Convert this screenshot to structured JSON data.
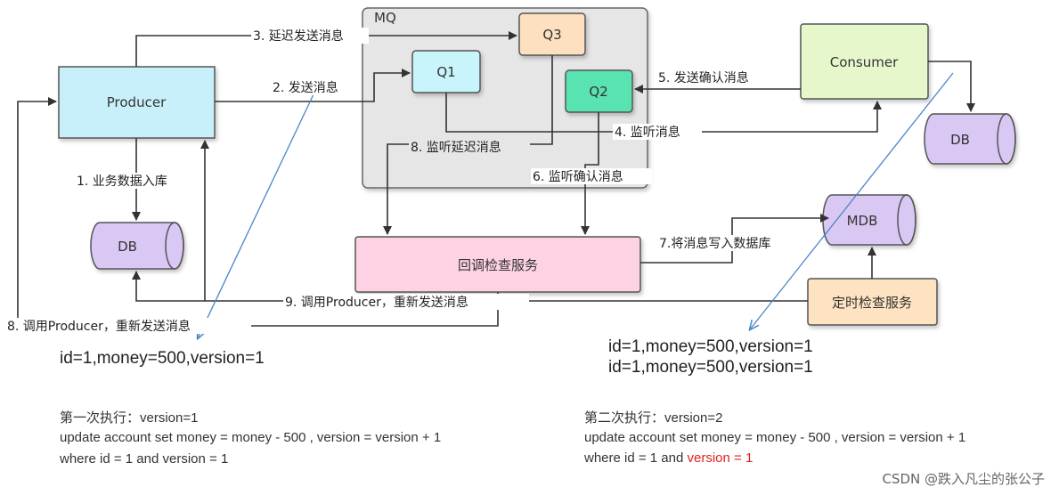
{
  "nodes": {
    "mq": "MQ",
    "producer": "Producer",
    "q1": "Q1",
    "q2": "Q2",
    "q3": "Q3",
    "consumer": "Consumer",
    "db_left": "DB",
    "db_right": "DB",
    "mdb": "MDB",
    "callback": "回调检查服务",
    "timer": "定时检查服务"
  },
  "edges": {
    "e1": "1. 业务数据入库",
    "e2": "2. 发送消息",
    "e3": "3. 延迟发送消息",
    "e4": "4. 监听消息",
    "e5": "5. 发送确认消息",
    "e6": "6. 监听确认消息",
    "e7": "7.将消息写入数据库",
    "e8a": "8. 监听延迟消息",
    "e8b": "8. 调用Producer，重新发送消息",
    "e9": "9. 调用Producer，重新发送消息"
  },
  "notes": {
    "left_record": "id=1,money=500,version=1",
    "right_record_1": "id=1,money=500,version=1",
    "right_record_2": "id=1,money=500,version=1",
    "first_title": "第一次执行：version=1",
    "first_line1": "update account set money = money - 500 , version = version + 1",
    "first_line2": "where id = 1 and version = 1",
    "second_title": "第二次执行：version=2",
    "second_line1": "update account set money = money - 500 , version = version + 1",
    "second_line2_prefix": "where id = 1 and ",
    "second_line2_red": "version = 1"
  },
  "watermark": "CSDN @跌入凡尘的张公子",
  "colors": {
    "producer": "#c8f0fa",
    "q1": "#c8f4fb",
    "q2": "#58e3b0",
    "q3": "#fde0c0",
    "consumer": "#e6f7cc",
    "db": "#d9c7f4",
    "callback": "#fdd2e4",
    "timer": "#fde3c2",
    "mq_bg": "#e6e6e6",
    "highlight": "#e02020",
    "annotation_line": "#4a86c8"
  }
}
